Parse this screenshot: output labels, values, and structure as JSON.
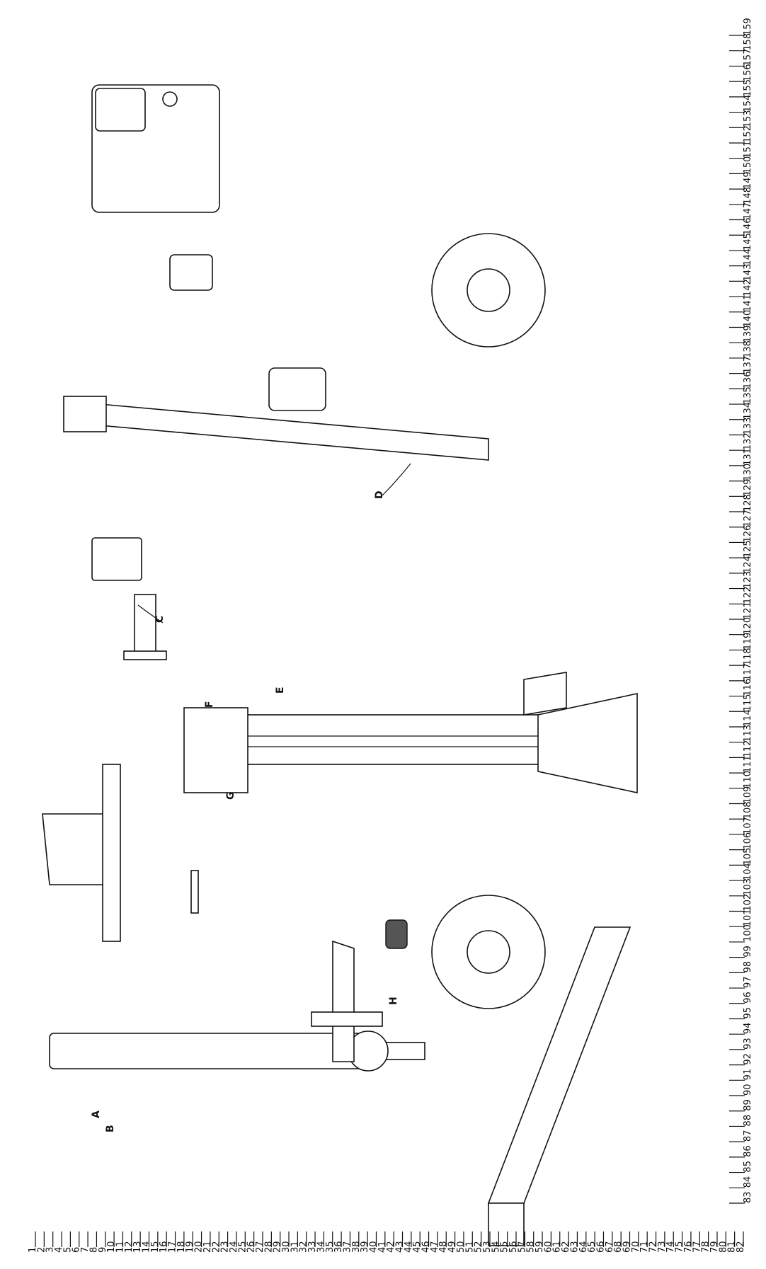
{
  "diagram": {
    "kind": "exploded parts diagram of a log splitter (rotated 90°)",
    "label_color": "#111111",
    "line_color": "#111111",
    "labels": {
      "bottom": [
        "1",
        "2",
        "3",
        "4",
        "5",
        "6",
        "7",
        "8",
        "9",
        "10",
        "11",
        "12",
        "13",
        "14",
        "15",
        "16",
        "17",
        "18",
        "19",
        "20",
        "21",
        "22",
        "23",
        "24",
        "25",
        "26",
        "27",
        "28",
        "29",
        "30",
        "31",
        "32",
        "33",
        "34",
        "35",
        "36",
        "37",
        "38",
        "39",
        "40",
        "41",
        "42",
        "43",
        "44",
        "45",
        "46",
        "47",
        "48",
        "49",
        "50",
        "51",
        "52",
        "53",
        "54",
        "55",
        "56",
        "57",
        "58",
        "59",
        "60",
        "61",
        "62",
        "63",
        "64",
        "65",
        "66",
        "67",
        "68",
        "69",
        "70",
        "71",
        "72",
        "73",
        "74",
        "75",
        "76",
        "77",
        "78",
        "79",
        "80",
        "81",
        "82",
        "83",
        "84",
        "85",
        "86",
        "87",
        "88",
        "89",
        "90",
        "91",
        "92",
        "93",
        "94",
        "95",
        "96",
        "97",
        "98",
        "99",
        "100",
        "101",
        "102",
        "103",
        "104",
        "105",
        "106",
        "107",
        "108",
        "109",
        "110",
        "111",
        "112",
        "113",
        "114",
        "115",
        "116",
        "117",
        "118",
        "119",
        "120",
        "121",
        "122",
        "123",
        "124",
        "125",
        "126",
        "127",
        "128",
        "129",
        "130",
        "131",
        "132",
        "133",
        "134",
        "135",
        "136",
        "137",
        "138",
        "139",
        "140",
        "141",
        "142",
        "143",
        "144",
        "145",
        "146",
        "147",
        "148",
        "149",
        "150",
        "151",
        "152",
        "153",
        "154",
        "155",
        "156",
        "157",
        "158",
        "159"
      ]
    },
    "letters": [
      "A",
      "B",
      "C",
      "D",
      "E",
      "F",
      "G",
      "H"
    ]
  }
}
